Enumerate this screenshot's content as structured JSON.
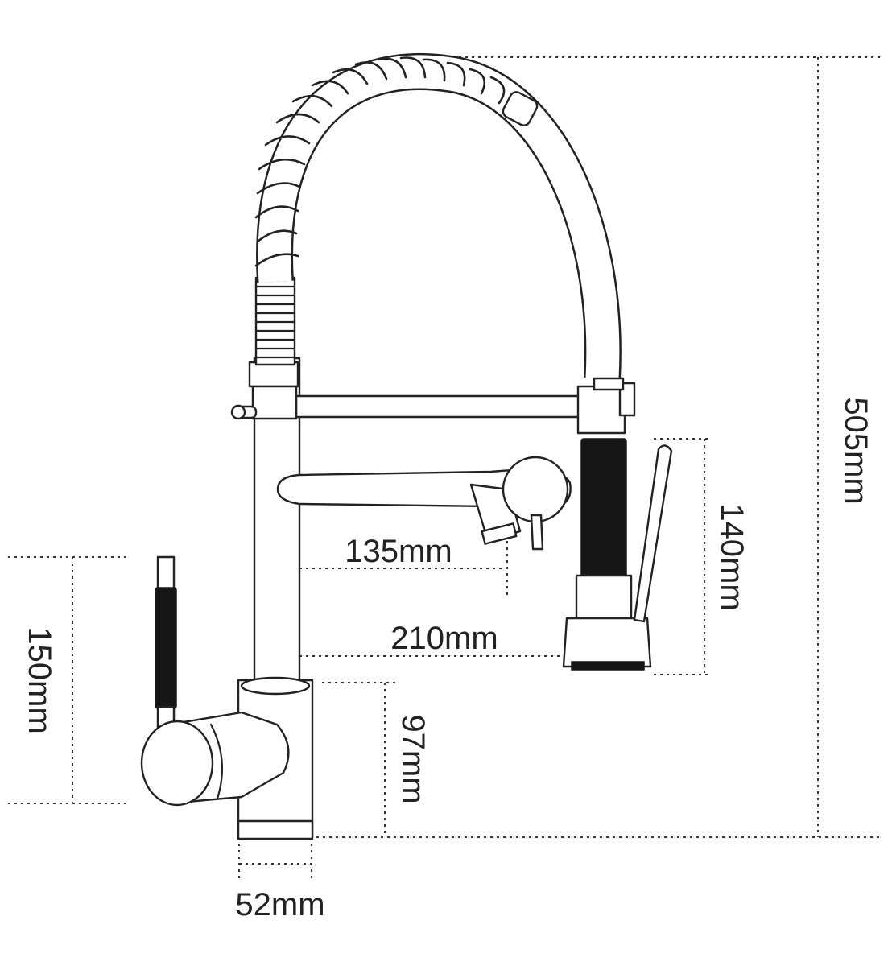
{
  "diagram": {
    "dimensions": {
      "height_total": "505mm",
      "sprayer_length": "140mm",
      "spout_reach_upper": "135mm",
      "spout_reach_lower": "210mm",
      "handle_height": "150mm",
      "base_height": "97mm",
      "base_diameter": "52mm"
    }
  }
}
